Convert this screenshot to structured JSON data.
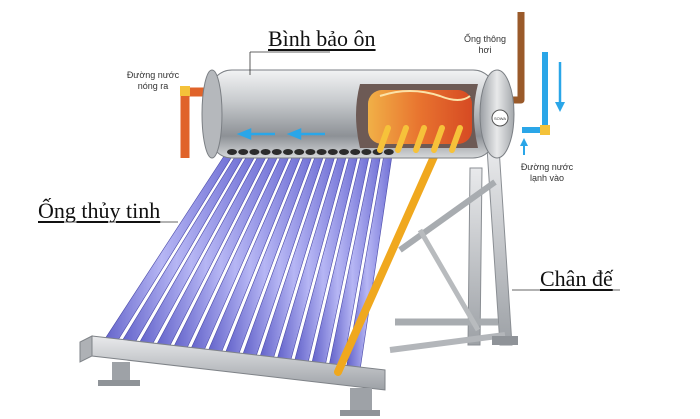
{
  "labels": {
    "tank": "Bình bảo ôn",
    "tubes": "Ống thủy tinh",
    "stand": "Chân đế",
    "hot_out_line1": "Đường nước",
    "hot_out_line2": "nóng ra",
    "vent_line1": "Ống thông",
    "vent_line2": "hơi",
    "cold_in_line1": "Đường nước",
    "cold_in_line2": "lạnh vào",
    "brand": "SOWA"
  },
  "colors": {
    "hot_pipe": "#e0632a",
    "cold_flow": "#2aa6e8",
    "tube_glass": "#8c8ce6",
    "steel": "#c9ccd0",
    "pipe_gold": "#f0a81e",
    "vent_pipe": "#9a5a2a"
  },
  "tube_count": 15
}
